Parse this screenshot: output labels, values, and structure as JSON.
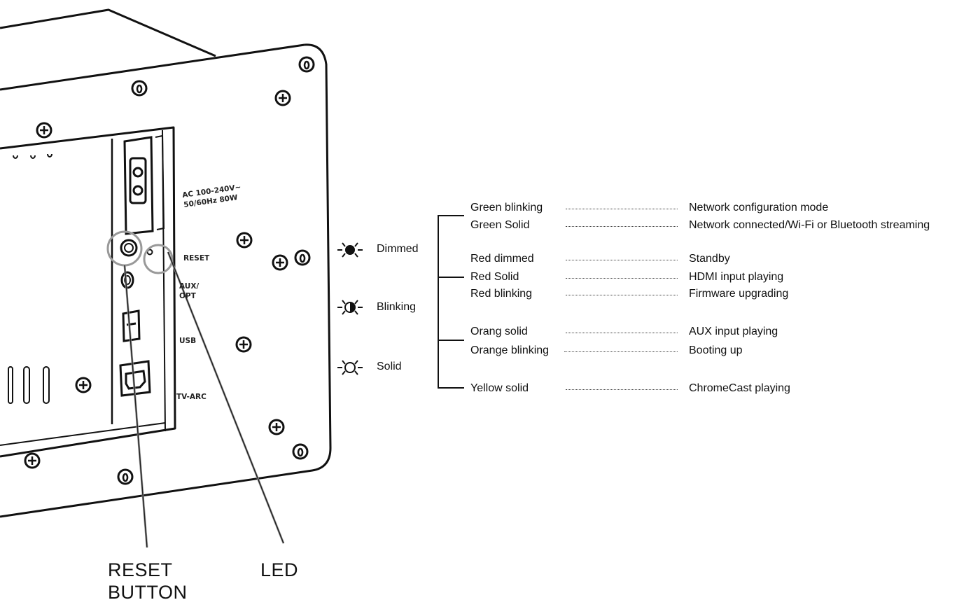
{
  "panel": {
    "labels": {
      "ac_line1": "AC 100-240V~",
      "ac_line2": "50/60Hz 80W",
      "reset": "RESET",
      "aux_line1": "AUX/",
      "aux_line2": "OPT",
      "usb": "USB",
      "tv_arc": "TV-ARC"
    }
  },
  "callouts": {
    "reset_line1": "RESET",
    "reset_line2": "BUTTON",
    "led": "LED"
  },
  "modes": [
    {
      "icon": "led-dimmed-icon",
      "label": "Dimmed"
    },
    {
      "icon": "led-blinking-icon",
      "label": "Blinking"
    },
    {
      "icon": "led-solid-icon",
      "label": "Solid"
    }
  ],
  "led_table": {
    "rows": [
      {
        "state": "Green blinking",
        "meaning": "Network configuration mode"
      },
      {
        "state": "Green Solid",
        "meaning": "Network connected/Wi-Fi or Bluetooth streaming"
      },
      {
        "state": "Red dimmed",
        "meaning": "Standby"
      },
      {
        "state": "Red Solid",
        "meaning": "HDMI input playing"
      },
      {
        "state": "Red blinking",
        "meaning": "Firmware upgrading"
      },
      {
        "state": "Orang solid",
        "meaning": "AUX input playing"
      },
      {
        "state": "Orange blinking",
        "meaning": "Booting up"
      },
      {
        "state": "Yellow solid",
        "meaning": "ChromeCast playing"
      }
    ]
  }
}
